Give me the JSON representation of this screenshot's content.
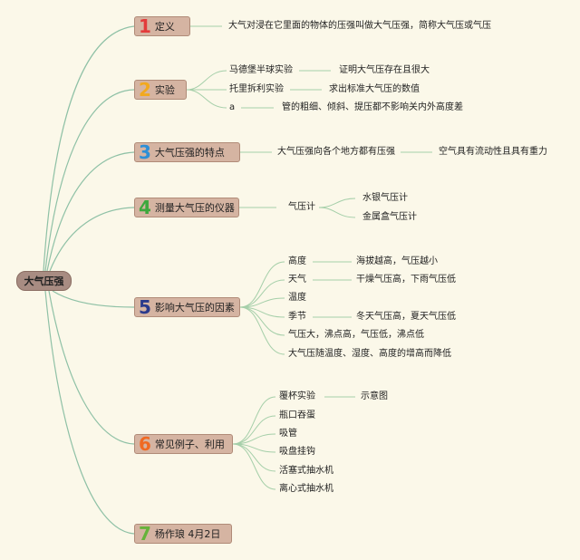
{
  "root": "大气压强",
  "branches": [
    {
      "num": "1",
      "label": "定义",
      "color": "#e33b3b"
    },
    {
      "num": "2",
      "label": "实验",
      "color": "#f2a91e"
    },
    {
      "num": "3",
      "label": "大气压强的特点",
      "color": "#2d8fd6"
    },
    {
      "num": "4",
      "label": "测量大气压的仪器",
      "color": "#3ea83e"
    },
    {
      "num": "5",
      "label": "影响大气压的因素",
      "color": "#2a3a8c"
    },
    {
      "num": "6",
      "label": "常见例子、利用",
      "color": "#f06a22"
    },
    {
      "num": "7",
      "label": "杨作琅 4月2日",
      "color": "#66b33a"
    }
  ],
  "definition": "大气对浸在它里面的物体的压强叫做大气压强，简称大气压或气压",
  "experiments": [
    {
      "name": "马德堡半球实验",
      "result": "证明大气压存在且很大"
    },
    {
      "name": "托里拆利实验",
      "result": "求出标准大气压的数值"
    },
    {
      "name": "a",
      "result": "管的粗细、倾斜、提压都不影响关内外高度差"
    }
  ],
  "feature": {
    "main": "大气压强向各个地方都有压强",
    "reason": "空气具有流动性且具有重力"
  },
  "instrument": {
    "name": "气压计",
    "types": [
      "水银气压计",
      "金属盒气压计"
    ]
  },
  "factors": [
    {
      "name": "高度",
      "detail": "海拔越高，气压越小"
    },
    {
      "name": "天气",
      "detail": "干燥气压高，下雨气压低"
    },
    {
      "name": "温度",
      "detail": ""
    },
    {
      "name": "季节",
      "detail": "冬天气压高，夏天气压低"
    },
    {
      "name": "气压大，沸点高，气压低，沸点低",
      "detail": ""
    },
    {
      "name": "大气压随温度、湿度、高度的增高而降低",
      "detail": ""
    }
  ],
  "examples": [
    {
      "name": "覆杯实验",
      "detail": "示意图"
    },
    {
      "name": "瓶口吞蛋",
      "detail": ""
    },
    {
      "name": "吸管",
      "detail": ""
    },
    {
      "name": "吸盘挂钩",
      "detail": ""
    },
    {
      "name": "活塞式抽水机",
      "detail": ""
    },
    {
      "name": "离心式抽水机",
      "detail": ""
    }
  ]
}
